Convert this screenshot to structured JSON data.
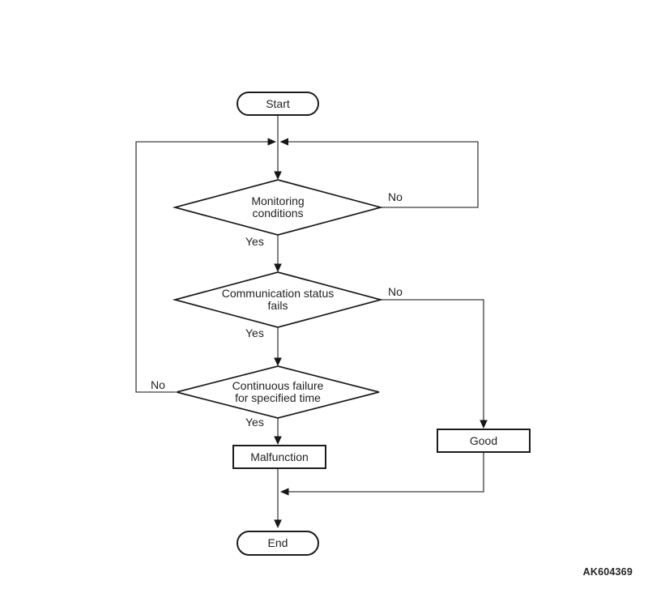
{
  "figure": {
    "code": "AK604369",
    "type": "flowchart",
    "colors": {
      "background": "#ffffff",
      "line": "#3d3d3d",
      "shape_stroke": "#1c1c1c",
      "text": "#232323"
    }
  },
  "nodes": {
    "start": {
      "label": "Start",
      "shape": "terminator"
    },
    "monitoring": {
      "lines": [
        "Monitoring",
        "conditions"
      ],
      "shape": "decision"
    },
    "communication": {
      "lines": [
        "Communication status",
        "fails"
      ],
      "shape": "decision"
    },
    "continuous": {
      "lines": [
        "Continuous failure",
        "for specified time"
      ],
      "shape": "decision"
    },
    "malfunction": {
      "label": "Malfunction",
      "shape": "process"
    },
    "good": {
      "label": "Good",
      "shape": "process"
    },
    "end": {
      "label": "End",
      "shape": "terminator"
    }
  },
  "edges": {
    "monitoring_yes": "Yes",
    "monitoring_no": "No",
    "communication_yes": "Yes",
    "communication_no": "No",
    "continuous_yes": "Yes",
    "continuous_no": "No"
  }
}
